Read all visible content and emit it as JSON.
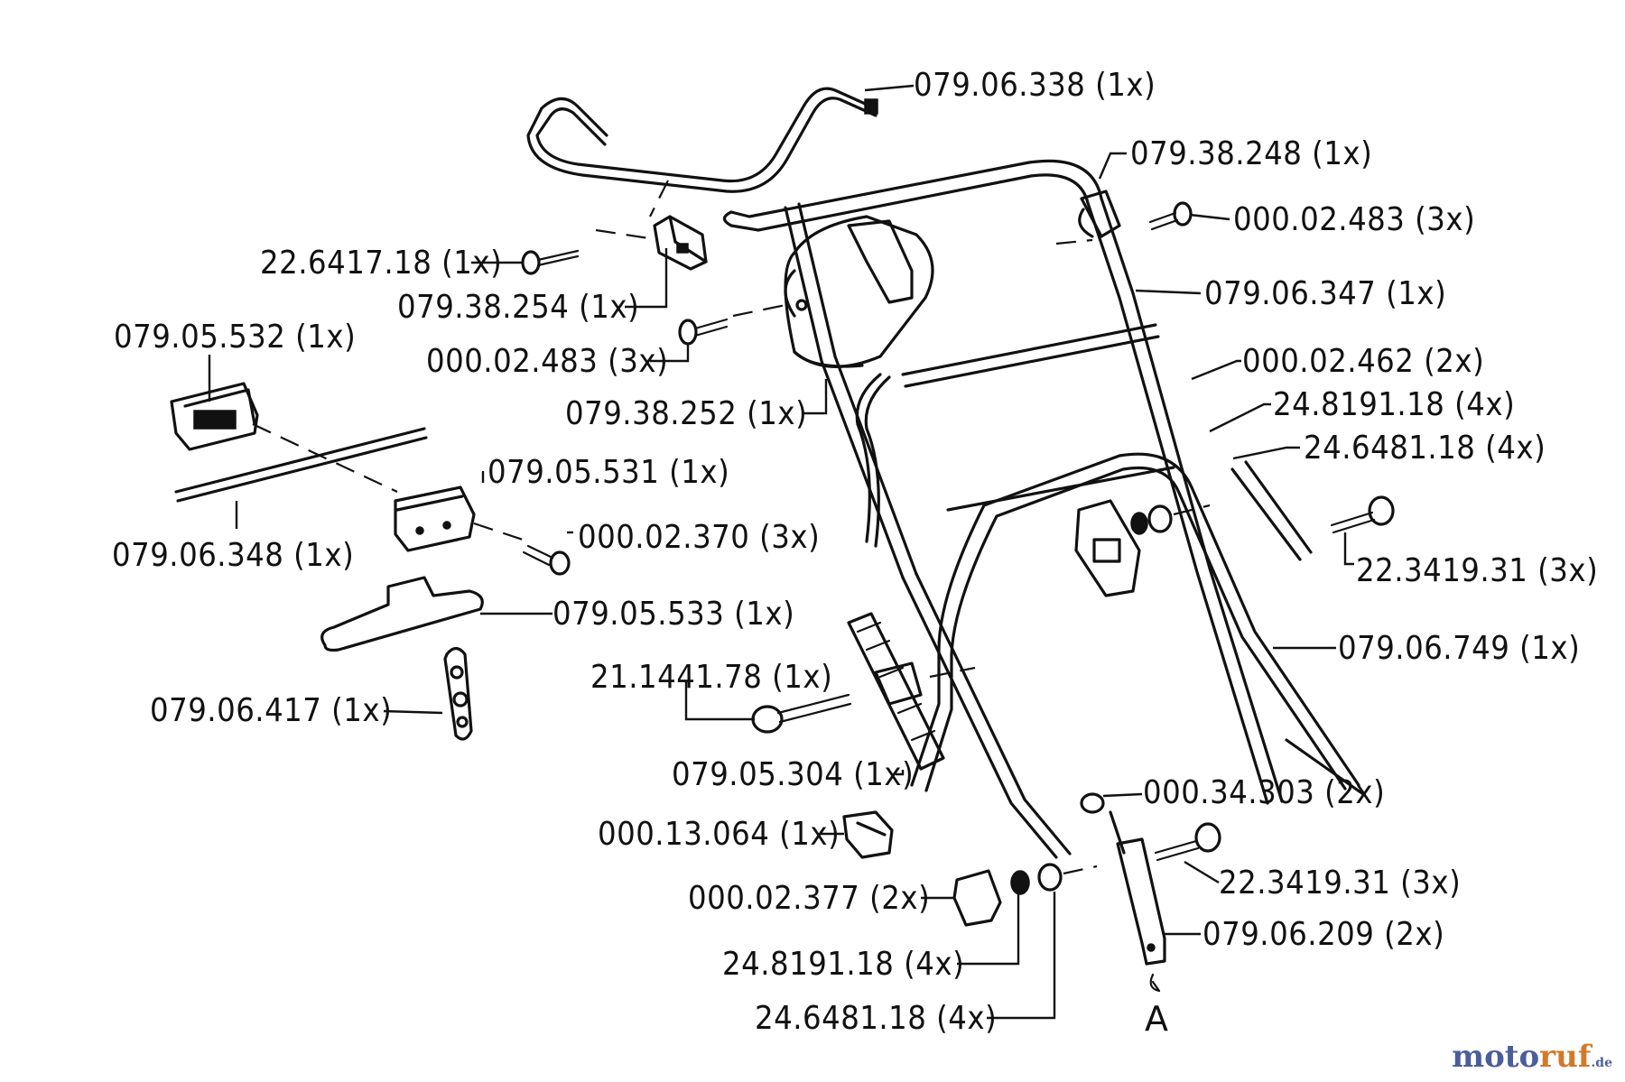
{
  "labels": {
    "p1": "079.06.338 (1x)",
    "p2": "079.38.248 (1x)",
    "p3": "000.02.483 (3x)",
    "p4": "22.6417.18 (1x)",
    "p5": "079.06.347 (1x)",
    "p6": "079.38.254 (1x)",
    "p7": "079.05.532 (1x)",
    "p8": "000.02.483 (3x)",
    "p9": "000.02.462 (2x)",
    "p10": "079.38.252 (1x)",
    "p11": "24.8191.18 (4x)",
    "p12": "24.6481.18 (4x)",
    "p13": "079.05.531 (1x)",
    "p14": "079.06.348 (1x)",
    "p15": "000.02.370 (3x)",
    "p16": "22.3419.31 (3x)",
    "p17": "079.05.533 (1x)",
    "p18": "079.06.749 (1x)",
    "p19": "21.1441.78 (1x)",
    "p20": "079.06.417 (1x)",
    "p21": "079.05.304 (1x)",
    "p22": "000.34.303 (2x)",
    "p23": "000.13.064 (1x)",
    "p24": "22.3419.31 (3x)",
    "p25": "000.02.377 (2x)",
    "p26": "079.06.209 (2x)",
    "p27": "24.8191.18 (4x)",
    "p28": "24.6481.18 (4x)",
    "detail": "A"
  },
  "watermark": {
    "part1": "moto",
    "part2": "ruf",
    "suffix": ".de",
    "color_primary": "#4a5e9c",
    "color_secondary": "#d07a2a"
  }
}
